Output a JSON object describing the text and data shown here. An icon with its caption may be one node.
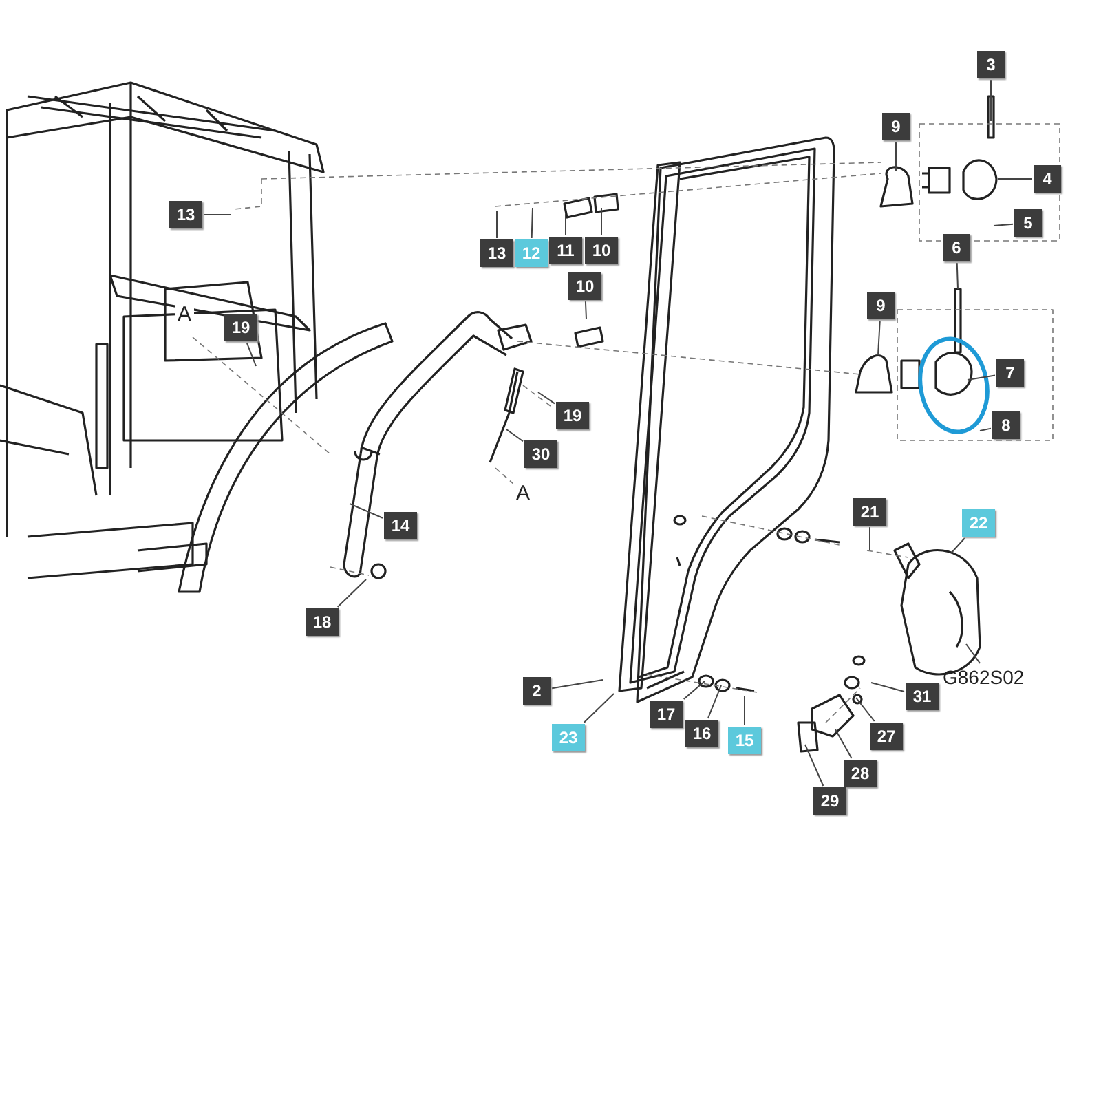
{
  "diagram": {
    "nodes": [
      {
        "text": [
          "3"
        ]
      },
      {
        "text": [
          "9"
        ]
      },
      {
        "text": [
          "4"
        ]
      },
      {
        "text": [
          "13"
        ]
      },
      {
        "text": [
          "5"
        ]
      },
      {
        "text": [
          "13"
        ]
      },
      {
        "text": [
          "12"
        ]
      },
      {
        "text": [
          "11"
        ]
      },
      {
        "text": [
          "10"
        ]
      },
      {
        "text": [
          "6"
        ]
      },
      {
        "text": [
          "10"
        ]
      },
      {
        "text": [
          "19"
        ]
      },
      {
        "text": [
          "9"
        ]
      },
      {
        "text": [
          "7"
        ]
      },
      {
        "text": [
          "19"
        ]
      },
      {
        "text": [
          "8"
        ]
      },
      {
        "text": [
          "30"
        ]
      },
      {
        "text": [
          "14"
        ]
      },
      {
        "text": [
          "21"
        ]
      },
      {
        "text": [
          "22"
        ]
      },
      {
        "text": [
          "18"
        ]
      },
      {
        "text": [
          "2"
        ]
      },
      {
        "text": [
          "G862S02"
        ]
      },
      {
        "text": [
          "31"
        ]
      },
      {
        "text": [
          "17"
        ]
      },
      {
        "text": [
          "23"
        ]
      },
      {
        "text": [
          "16"
        ]
      },
      {
        "text": [
          "15"
        ]
      },
      {
        "text": [
          "27"
        ]
      },
      {
        "text": [
          "28"
        ]
      },
      {
        "text": [
          "29"
        ]
      }
    ],
    "edges": [
      {
        "from": 0,
        "to": null,
        "arrow": "none"
      },
      {
        "from": 1,
        "to": null,
        "arrow": "none"
      },
      {
        "from": 2,
        "to": null,
        "arrow": "none"
      },
      {
        "from": 3,
        "to": null,
        "arrow": "none"
      },
      {
        "from": 4,
        "to": null,
        "arrow": "none"
      },
      {
        "from": 5,
        "to": null,
        "arrow": "none"
      },
      {
        "from": 6,
        "to": null,
        "arrow": "none"
      },
      {
        "from": 7,
        "to": null,
        "arrow": "none"
      },
      {
        "from": 8,
        "to": null,
        "arrow": "none"
      },
      {
        "from": 9,
        "to": null,
        "arrow": "none"
      },
      {
        "from": 10,
        "to": null,
        "arrow": "none"
      },
      {
        "from": 11,
        "to": null,
        "arrow": "none"
      },
      {
        "from": 12,
        "to": null,
        "arrow": "none"
      },
      {
        "from": 13,
        "to": null,
        "arrow": "none"
      },
      {
        "from": 14,
        "to": null,
        "arrow": "none"
      },
      {
        "from": 15,
        "to": null,
        "arrow": "none"
      },
      {
        "from": 16,
        "to": null,
        "arrow": "none"
      },
      {
        "from": 17,
        "to": null,
        "arrow": "none"
      },
      {
        "from": 18,
        "to": null,
        "arrow": "none"
      },
      {
        "from": 19,
        "to": null,
        "arrow": "none"
      },
      {
        "from": 20,
        "to": null,
        "arrow": "none"
      },
      {
        "from": 21,
        "to": null,
        "arrow": "none"
      },
      {
        "from": 22,
        "to": null,
        "arrow": "none"
      },
      {
        "from": 23,
        "to": null,
        "arrow": "none"
      },
      {
        "from": 24,
        "to": null,
        "arrow": "none"
      },
      {
        "from": 25,
        "to": null,
        "arrow": "none"
      },
      {
        "from": 26,
        "to": null,
        "arrow": "none"
      },
      {
        "from": 27,
        "to": null,
        "arrow": "none"
      },
      {
        "from": 28,
        "to": null,
        "arrow": "none"
      },
      {
        "from": 29,
        "to": null,
        "arrow": "none"
      },
      {
        "from": 30,
        "to": null,
        "arrow": "none"
      }
    ],
    "labels": [
      "A",
      "A"
    ]
  }
}
